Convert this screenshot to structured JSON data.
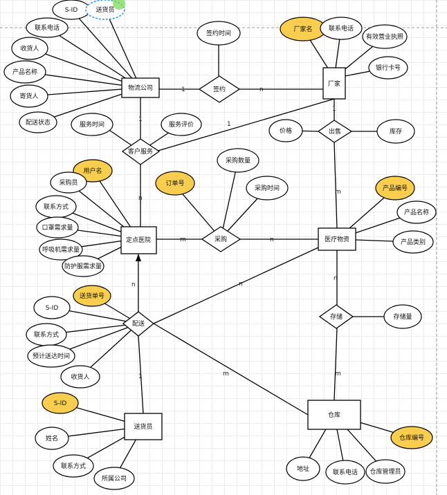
{
  "entities": {
    "logistics": "物流公司",
    "factory": "厂家",
    "hospital": "定点医院",
    "supply": "医疗物资",
    "courier": "送货员",
    "warehouse": "仓库"
  },
  "relations": {
    "sign": "签约",
    "service": "客户服务",
    "outbound": "出售",
    "purchase": "采购",
    "delivery": "配送",
    "storage": "存储"
  },
  "attributes": {
    "lc_sid": "S-ID",
    "lc_courier": "送货员",
    "lc_phone": "联系电话",
    "lc_receiver": "收货人",
    "lc_product": "产品名称",
    "lc_sender": "寄货人",
    "lc_status": "配送状态",
    "sign_time": "签约时间",
    "f_name": "厂家名",
    "f_phone": "联系电话",
    "f_license": "有效营业执照",
    "f_card": "银行卡号",
    "svc_time": "服务时间",
    "svc_rating": "服务评价",
    "out_price": "价格",
    "out_stock": "库存",
    "h_user": "用户名",
    "h_buyer": "采购员",
    "h_contact": "联系方式",
    "h_mask": "口罩需求量",
    "h_vent": "呼吸机需求量",
    "h_suit": "防护服需求量",
    "pur_order": "订单号",
    "pur_qty": "采购数量",
    "pur_time": "采购时间",
    "s_code": "产品编号",
    "s_name": "产品名称",
    "s_cat": "产品类别",
    "d_sid": "S-ID",
    "d_no": "送货单号",
    "d_contact": "联系方式",
    "d_eta": "预计送达时间",
    "d_receiver": "收货人",
    "st_qty": "存储量",
    "c_sid": "S-ID",
    "c_name": "姓名",
    "c_contact": "联系方式",
    "c_company": "所属公司",
    "w_code": "仓库编号",
    "w_addr": "地址",
    "w_phone": "联系电话",
    "w_admin": "仓库管理员"
  },
  "cardinalities": {
    "lc_sign": "1",
    "sign_f": "n",
    "lc_svc": "1",
    "f_svc": "1",
    "svc_h": "n",
    "f_out": "1",
    "out_s": "m",
    "h_pur": "m",
    "pur_s": "n",
    "d_h": "n",
    "d_s": "n",
    "d_c": "1",
    "d_w": "m",
    "s_st": "n",
    "st_w": "m"
  },
  "colors": {
    "key_attribute_fill": "#f9cd4d",
    "selection": "#1a8fe3"
  }
}
